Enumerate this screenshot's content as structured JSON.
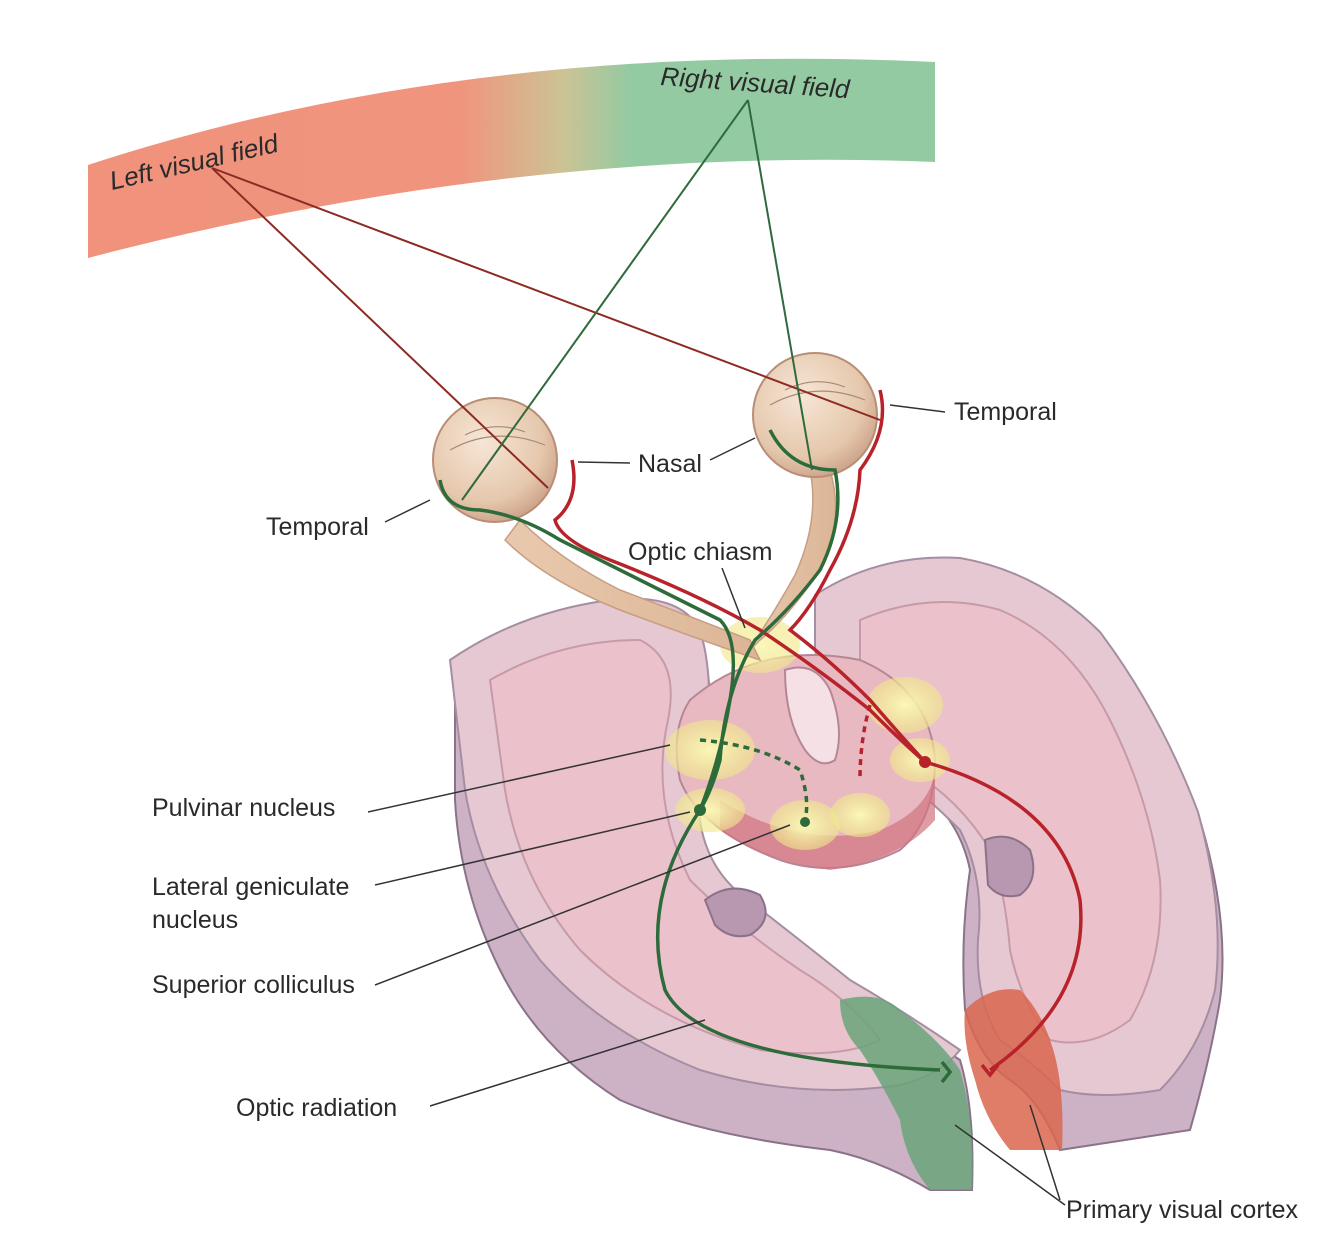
{
  "visual_fields": {
    "left": "Left visual field",
    "right": "Right visual field"
  },
  "labels": {
    "temporal_right": "Temporal",
    "nasal": "Nasal",
    "temporal_left": "Temporal",
    "optic_chiasm": "Optic chiasm",
    "pulvinar_nucleus": "Pulvinar nucleus",
    "lateral_geniculate_line1": "Lateral geniculate",
    "lateral_geniculate_line2": "nucleus",
    "superior_colliculus": "Superior colliculus",
    "optic_radiation": "Optic radiation",
    "primary_visual_cortex": "Primary visual cortex"
  },
  "colors": {
    "left_field": "#ef8c75",
    "right_field": "#8ec79d",
    "left_pathway": "#b8232b",
    "right_pathway": "#2d6b3a",
    "brain": "#cdb2c6",
    "nuclei": "#f4f0a8"
  }
}
